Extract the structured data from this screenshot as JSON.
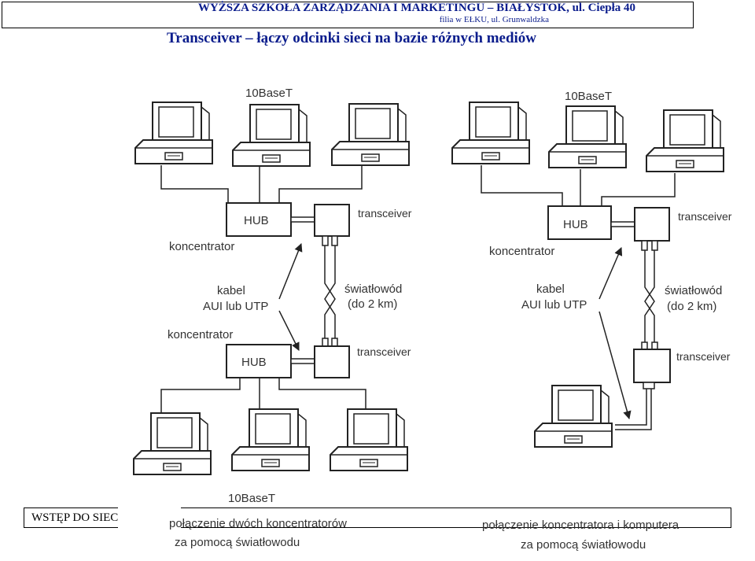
{
  "header": {
    "line1": "WYŻSZA SZKOŁA ZARZĄDZANIA I MARKETINGU – BIAŁYSTOK, ul. Ciepła 40",
    "line2": "filia w EŁKU, ul. Grunwaldzka"
  },
  "title": "Transceiver – łączy odcinki sieci na bazie różnych mediów",
  "footer": {
    "text": "WSTĘP DO SIEC"
  },
  "diagram": {
    "left": {
      "top_label": "10BaseT",
      "hub_top": "HUB",
      "hub_bottom": "HUB",
      "koncentrator_top": "koncentrator",
      "koncentrator_bottom": "koncentrator",
      "transceiver_top": "transceiver",
      "transceiver_bottom": "transceiver",
      "kabel_line1": "kabel",
      "kabel_line2": "AUI lub UTP",
      "fiber_line1": "światłowód",
      "fiber_line2": "(do 2 km)",
      "bottom_label": "10BaseT",
      "caption_line1": "połączenie dwóch koncentratorów",
      "caption_line2": "za pomocą światłowodu"
    },
    "right": {
      "top_label": "10BaseT",
      "hub": "HUB",
      "koncentrator": "koncentrator",
      "transceiver_top": "transceiver",
      "transceiver_bottom": "transceiver",
      "kabel_line1": "kabel",
      "kabel_line2": "AUI lub UTP",
      "fiber_line1": "światłowód",
      "fiber_line2": "(do 2 km)",
      "caption_line1": "połączenie koncentratora i komputera",
      "caption_line2": "za pomocą światłowodu"
    }
  }
}
